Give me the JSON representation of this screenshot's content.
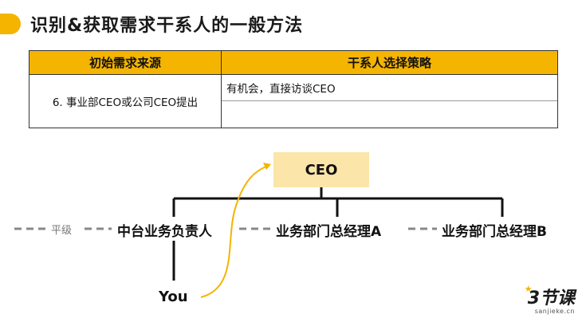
{
  "slide": {
    "title": "识别&获取需求干系人的一般方法"
  },
  "table": {
    "headers": [
      "初始需求来源",
      "干系人选择策略"
    ],
    "rows": [
      {
        "source": "6. 事业部CEO或公司CEO提出",
        "strategy": "有机会，直接访谈CEO",
        "strategy_extra": ""
      }
    ]
  },
  "org_chart": {
    "ceo": "CEO",
    "peer_label": "平级",
    "nodes": [
      "中台业务负责人",
      "业务部门总经理A",
      "业务部门总经理B"
    ],
    "you": "You"
  },
  "brand": {
    "logo_text": "3节课",
    "logo_sub": "sanjieke.cn"
  },
  "colors": {
    "accent": "#f4b400",
    "ceo_box": "#fbe5a8",
    "arrow": "#f4b400"
  }
}
